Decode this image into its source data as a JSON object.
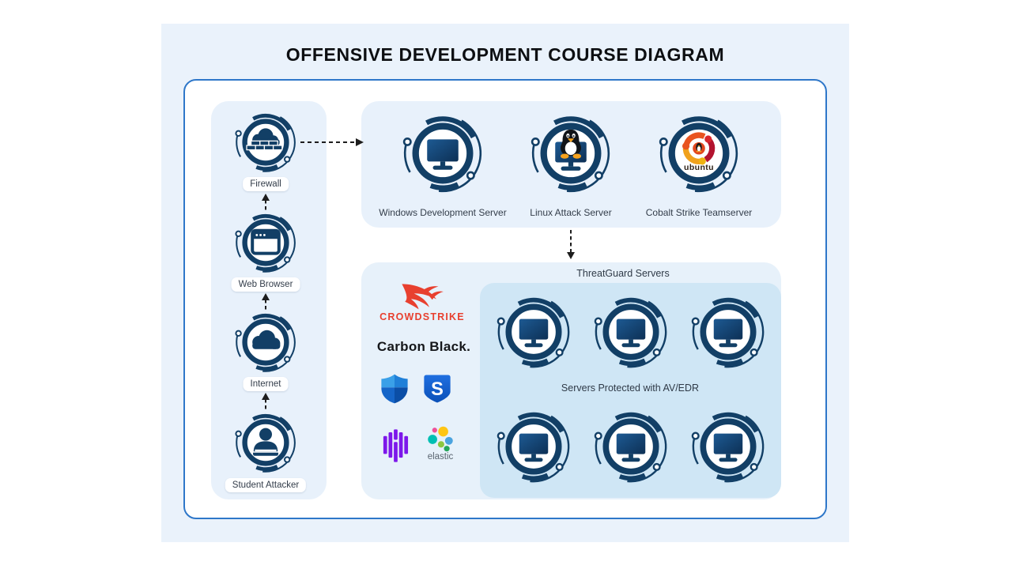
{
  "title": "OFFENSIVE DEVELOPMENT COURSE DIAGRAM",
  "attack_chain": {
    "nodes": [
      {
        "label": "Firewall",
        "icon": "firewall-cloud-icon"
      },
      {
        "label": "Web Browser",
        "icon": "browser-window-icon"
      },
      {
        "label": "Internet",
        "icon": "cloud-icon"
      },
      {
        "label": "Student Attacker",
        "icon": "person-laptop-icon"
      }
    ]
  },
  "servers_panel": {
    "nodes": [
      {
        "label": "Windows Development Server",
        "icon": "monitor-icon"
      },
      {
        "label": "Linux Attack Server",
        "icon": "tux-monitor-icon"
      },
      {
        "label": "Cobalt Strike Teamserver",
        "icon": "ubuntu-logo-icon"
      }
    ]
  },
  "threatguard": {
    "title": "ThreatGuard Servers",
    "protected_label": "Servers Protected with AV/EDR",
    "server_count": 6
  },
  "vendors": {
    "crowdstrike": "CROWDSTRIKE",
    "carbon_black": "Carbon Black.",
    "sophos_letter": "S",
    "elastic": "elastic",
    "ubuntu": "ubuntu"
  },
  "colors": {
    "navy_icon": "#123f66",
    "frame_border": "#2e77c9",
    "canvas_bg": "#eaf2fb",
    "panel_bg": "#e8f1fb",
    "inner_panel_bg": "#cfe6f5",
    "crowdstrike_red": "#e8402f",
    "sentinelone_purple": "#7d17ea",
    "ubuntu_orange": "#e95420",
    "arrow": "#1d1d1d"
  }
}
